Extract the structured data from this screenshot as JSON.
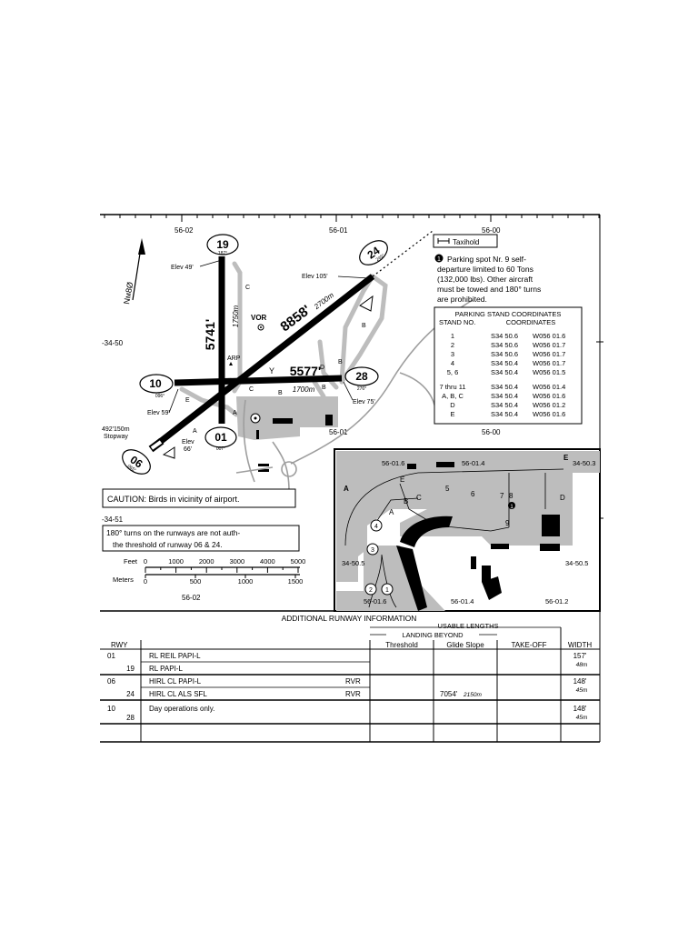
{
  "grid": {
    "top_lon": [
      "56-02",
      "56-01",
      "56-00"
    ],
    "mid_lon": [
      "56-01",
      "56-00"
    ],
    "lat_left": [
      "-34-50",
      "-34-51"
    ],
    "bottom_lon": "56-02"
  },
  "north_label": "Nᴍ8Ø",
  "runways": {
    "rwy19": {
      "label": "19",
      "hdg": "187°"
    },
    "rwy01": {
      "label": "01",
      "hdg": "007°"
    },
    "rwy10": {
      "label": "10",
      "hdg": "096°"
    },
    "rwy28": {
      "label": "28",
      "hdg": "276°"
    },
    "rwy24": {
      "label": "24",
      "hdg": "245°"
    },
    "rwy06": {
      "label": "06",
      "hdg": "065°"
    },
    "len_19_01": "5741'",
    "len_19_01_m": "1750m",
    "len_06_24": "8858'",
    "len_06_24_m": "2700m",
    "len_10_28": "5577'",
    "len_10_28_m": "1700m",
    "stopway": "492'150m\nStopway"
  },
  "elevations": {
    "e49": "Elev 49'",
    "e105": "Elev 105'",
    "e59": "Elev 59'",
    "e75": "Elev 75'",
    "e66": "Elev\n66'"
  },
  "nav": {
    "vor": "VOR",
    "arp": "ARP"
  },
  "taxiways": [
    "C",
    "B",
    "B",
    "D",
    "B",
    "E",
    "A",
    "C",
    "A",
    "B"
  ],
  "legend": {
    "taxihold": "Taxihold",
    "note_num": "1",
    "note_lines": [
      "Parking spot Nr. 9 self-",
      "departure limited to 60 Tons",
      "(132,000 lbs). Other aircraft",
      "must be towed and 180° turns",
      "are prohibited."
    ]
  },
  "parking_table": {
    "title": "PARKING STAND COORDINATES",
    "col1": "STAND NO.",
    "col2": "COORDINATES",
    "rows": [
      {
        "stand": "1",
        "lat": "S34 50.6",
        "lon": "W056 01.6"
      },
      {
        "stand": "2",
        "lat": "S34 50.6",
        "lon": "W056 01.7"
      },
      {
        "stand": "3",
        "lat": "S34 50.6",
        "lon": "W056 01.7"
      },
      {
        "stand": "4",
        "lat": "S34 50.4",
        "lon": "W056 01.7"
      },
      {
        "stand": "5, 6",
        "lat": "S34 50.4",
        "lon": "W056 01.5"
      },
      {
        "stand": "7 thru 11",
        "lat": "S34 50.4",
        "lon": "W056 01.4"
      },
      {
        "stand": "A, B, C",
        "lat": "S34 50.4",
        "lon": "W056 01.6"
      },
      {
        "stand": "D",
        "lat": "S34 50.4",
        "lon": "W056 01.2"
      },
      {
        "stand": "E",
        "lat": "S34 50.4",
        "lon": "W056 01.6"
      }
    ]
  },
  "caution": "CAUTION: Birds in vicinity of airport.",
  "turns_note": [
    "180° turns on the runways are not auth-",
    "the threshold of runway 06 & 24."
  ],
  "scale": {
    "feet_label": "Feet",
    "feet_ticks": [
      "0",
      "1000",
      "2000",
      "3000",
      "4000",
      "5000"
    ],
    "meters_label": "Meters",
    "meters_ticks": [
      "0",
      "500",
      "1000",
      "1500"
    ]
  },
  "inset": {
    "top_labels": [
      "56-01.6",
      "56-01.4",
      "34-50.3"
    ],
    "left_label": "34-50.5",
    "right_label": "34-50.5",
    "bottom_labels": [
      "56-01.6",
      "56-01.4",
      "56-01.2"
    ],
    "letters": [
      "A",
      "E",
      "B",
      "C",
      "A",
      "5",
      "6",
      "7",
      "8",
      "9",
      "D",
      "E"
    ],
    "stands": [
      "4",
      "3",
      "2",
      "1"
    ],
    "spot": "1"
  },
  "runway_info": {
    "title": "ADDITIONAL RUNWAY INFORMATION",
    "usable": "USABLE LENGTHS",
    "landing_beyond": "LANDING BEYOND",
    "headers": {
      "rwy": "RWY",
      "threshold": "Threshold",
      "glide_slope": "Glide Slope",
      "takeoff": "TAKE-OFF",
      "width": "WIDTH"
    },
    "rows": [
      {
        "rwy": "01",
        "lights": "RL   REIL   PAPI-L",
        "rvr": "",
        "glide": "",
        "width": "157'",
        "width_m": "48m"
      },
      {
        "rwy": "19",
        "lights": "RL   PAPI-L",
        "rvr": "",
        "glide": "",
        "width": "",
        "width_m": ""
      },
      {
        "rwy": "06",
        "lights": "HIRL   CL   PAPI-L",
        "rvr": "RVR",
        "glide": "",
        "width": "148'",
        "width_m": "45m"
      },
      {
        "rwy": "24",
        "lights": "HIRL   CL   ALS   SFL",
        "rvr": "RVR",
        "glide": "7054'",
        "glide_m": "2150m",
        "width": "",
        "width_m": ""
      },
      {
        "rwy": "10",
        "lights": "Day operations only.",
        "rvr": "",
        "glide": "",
        "width": "148'",
        "width_m": "45m"
      },
      {
        "rwy": "28",
        "lights": "",
        "rvr": "",
        "glide": "",
        "width": "",
        "width_m": ""
      }
    ]
  }
}
